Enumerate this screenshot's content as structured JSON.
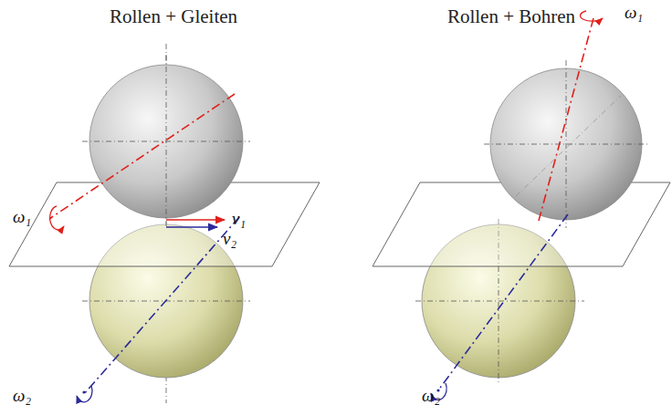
{
  "diagram": {
    "labels": [
      "Rollen + Gleiten",
      "Rollen + Bohren",
      "ω₁",
      "v₁",
      "v₂",
      "ω₂",
      "ω₁",
      "ω₂"
    ]
  }
}
